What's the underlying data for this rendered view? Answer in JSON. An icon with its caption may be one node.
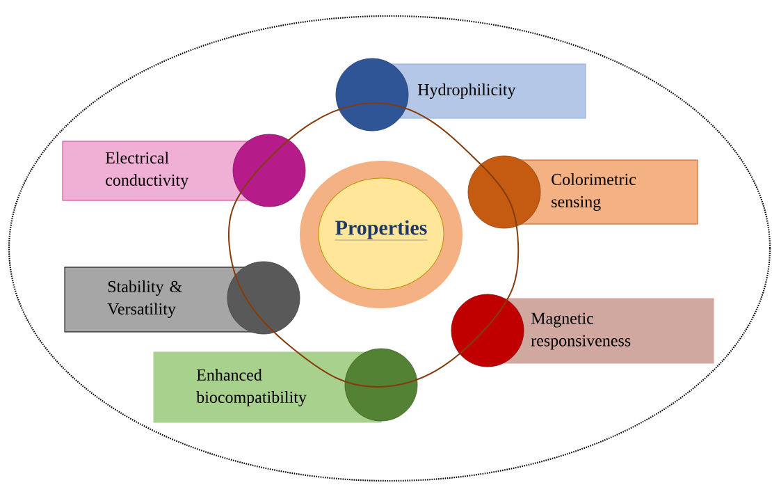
{
  "diagram": {
    "nodes": [
      {
        "text": [
          "Hydrophilicity"
        ]
      },
      {
        "text": [],
        "shape": "circle"
      },
      {
        "text": [
          "Electrical conductivity"
        ]
      },
      {
        "text": [],
        "shape": "circle"
      },
      {
        "text": [
          "Colorimetric sensing"
        ]
      },
      {
        "text": [],
        "shape": "circle"
      },
      {
        "text": [
          "Properties"
        ]
      },
      {
        "text": [
          "Stability & Versatility"
        ]
      },
      {
        "text": [],
        "shape": "circle"
      },
      {
        "text": [
          "Magnetic responsiveness"
        ]
      },
      {
        "text": [],
        "shape": "circle"
      },
      {
        "text": [
          "Enhanced biocompatibility"
        ]
      },
      {
        "text": [],
        "shape": "circle"
      }
    ]
  }
}
